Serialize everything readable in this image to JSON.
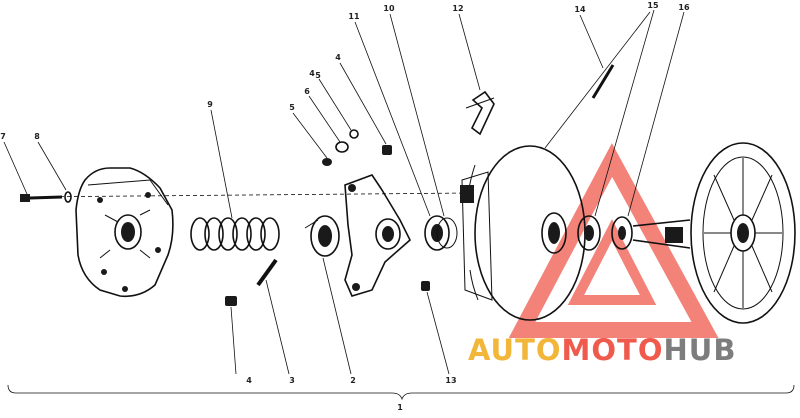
{
  "callouts": {
    "c1": "1",
    "c2": "2",
    "c3": "3",
    "c4a": "4",
    "c4b": "4",
    "c4c": "4",
    "c5a": "5",
    "c5b": "5",
    "c6": "6",
    "c7": "7",
    "c8": "8",
    "c9": "9",
    "c10": "10",
    "c11": "11",
    "c12": "12",
    "c13": "13",
    "c14": "14",
    "c15": "15",
    "c16": "16"
  },
  "watermark": {
    "part1": "AUTO",
    "part2": "MOTO",
    "part3": "HUB",
    "colors": {
      "gold": "#f2b63a",
      "red": "#f05a4d",
      "gray": "#7d7d7d"
    }
  }
}
